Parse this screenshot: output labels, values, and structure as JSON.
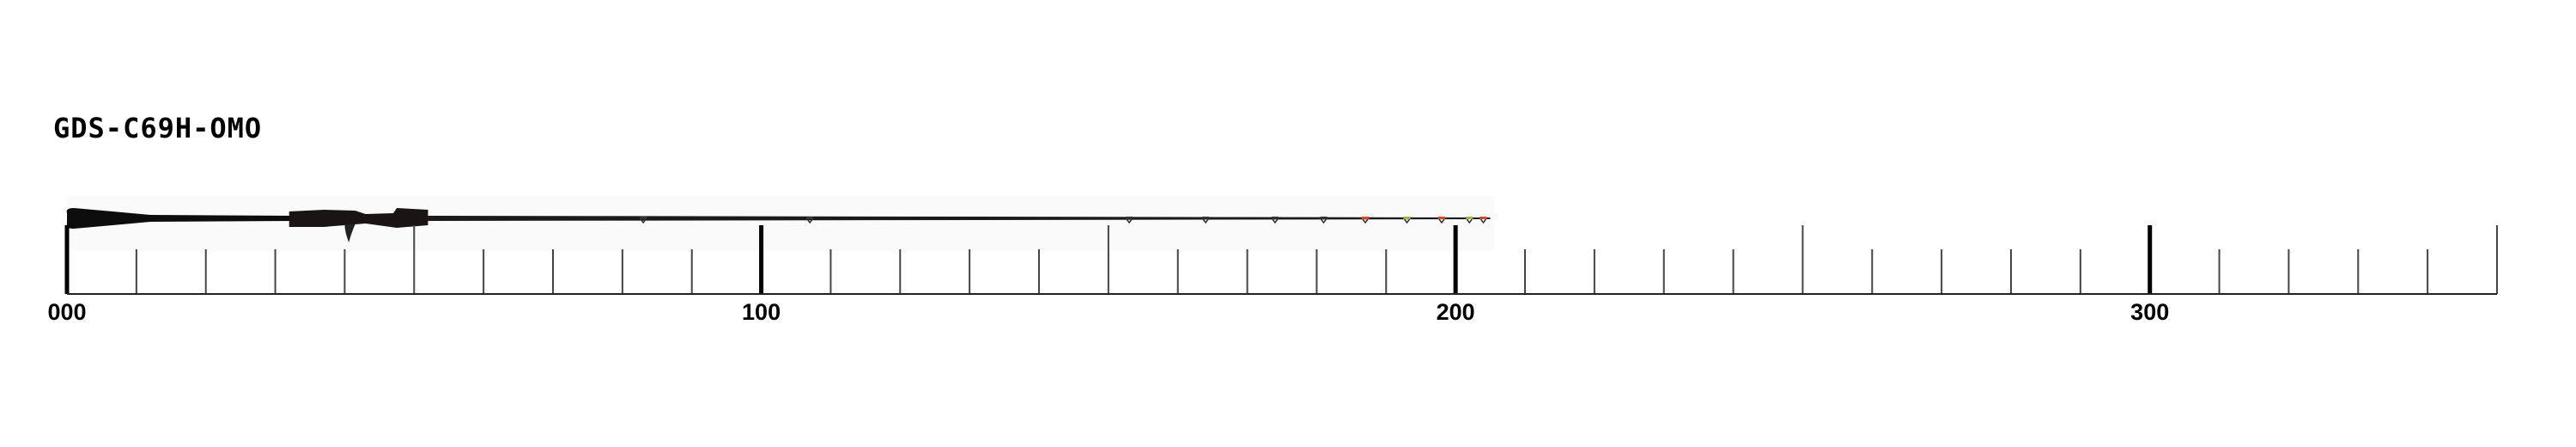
{
  "title": "GDS-C69H-OMO",
  "ruler": {
    "min": 0,
    "max": 350,
    "minor_step": 10,
    "mid_step": 50,
    "major_step": 100,
    "labels": [
      {
        "value": 0,
        "text": "000"
      },
      {
        "value": 100,
        "text": "100"
      },
      {
        "value": 200,
        "text": "200"
      },
      {
        "value": 300,
        "text": "300"
      }
    ]
  },
  "rod": {
    "length": 205,
    "grip_end": 12,
    "reel_seat_start": 33,
    "reel_seat_end": 52,
    "guides": [
      {
        "pos": 83,
        "color": "#333333"
      },
      {
        "pos": 107,
        "color": "#333333"
      },
      {
        "pos": 153,
        "color": "#333333"
      },
      {
        "pos": 164,
        "color": "#333333"
      },
      {
        "pos": 174,
        "color": "#333333"
      },
      {
        "pos": 181,
        "color": "#333333"
      },
      {
        "pos": 187,
        "color": "#d9472b"
      },
      {
        "pos": 193,
        "color": "#a8b040"
      },
      {
        "pos": 198,
        "color": "#d9472b"
      },
      {
        "pos": 202,
        "color": "#a8b040"
      },
      {
        "pos": 204,
        "color": "#d9472b"
      }
    ]
  }
}
